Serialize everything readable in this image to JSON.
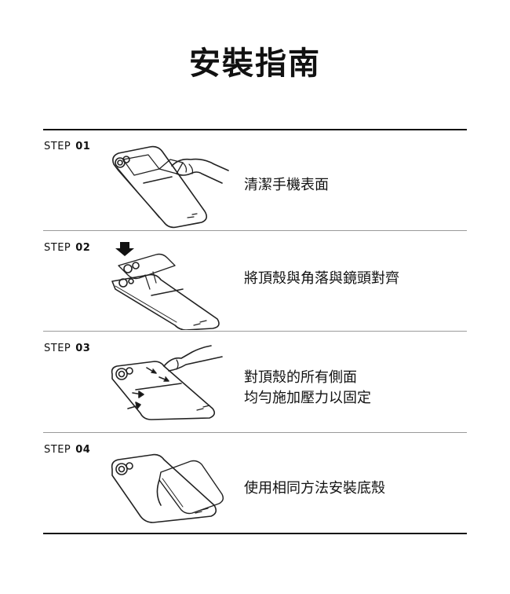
{
  "title": "安裝指南",
  "steps": [
    {
      "prefix": "STEP",
      "number": "01",
      "lines": [
        "清潔手機表面"
      ],
      "illustration": "clean-phone-icon"
    },
    {
      "prefix": "STEP",
      "number": "02",
      "lines": [
        "將頂殼與角落與鏡頭對齊"
      ],
      "illustration": "align-case-icon"
    },
    {
      "prefix": "STEP",
      "number": "03",
      "lines": [
        "對頂殼的所有側面",
        "均勻施加壓力以固定"
      ],
      "illustration": "press-case-icon"
    },
    {
      "prefix": "STEP",
      "number": "04",
      "lines": [
        "使用相同方法安裝底殼"
      ],
      "illustration": "install-bottom-case-icon"
    }
  ]
}
